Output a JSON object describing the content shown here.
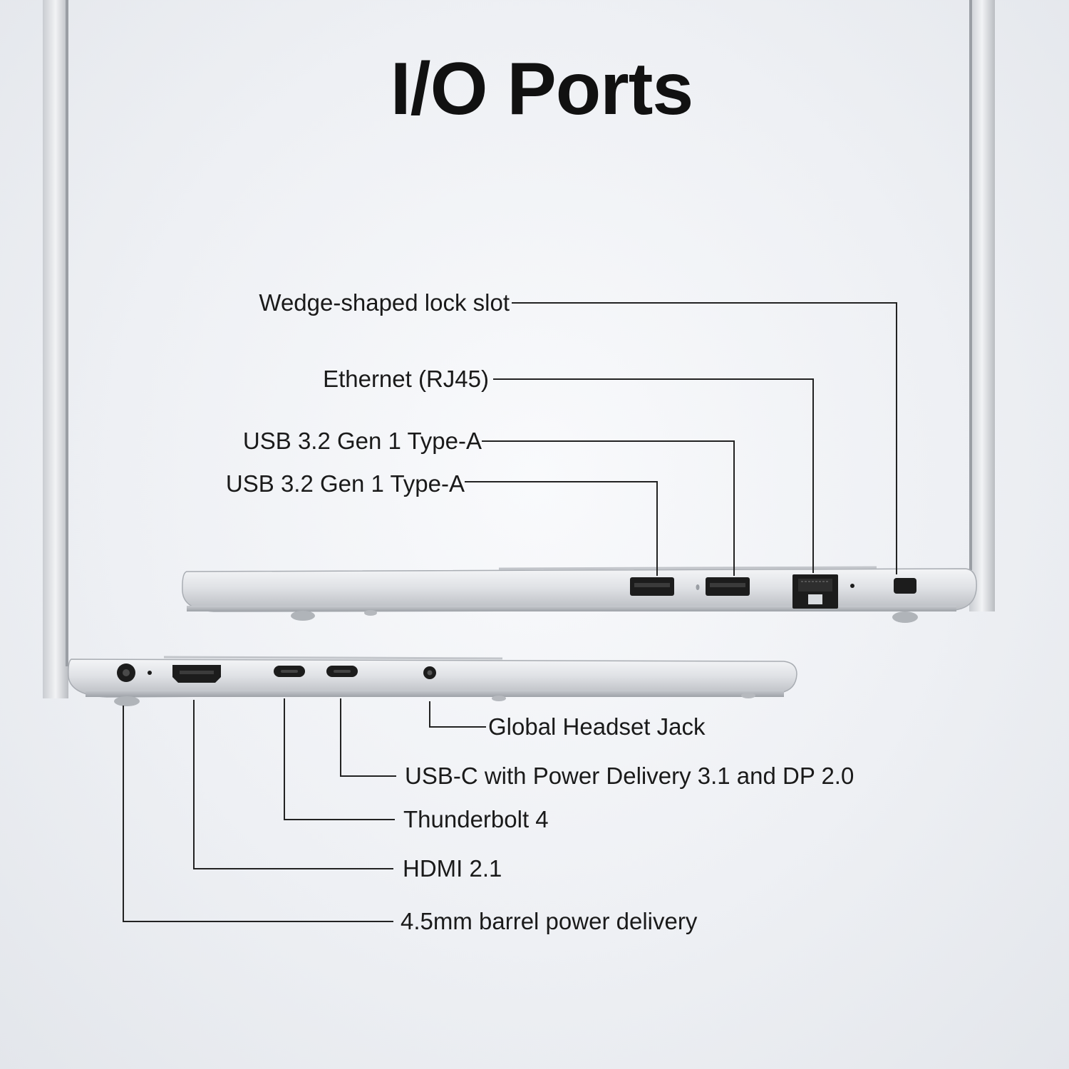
{
  "title": "I/O Ports",
  "right_side_ports": [
    {
      "label": "Wedge-shaped lock slot",
      "icon": "lock-slot-icon"
    },
    {
      "label": "Ethernet (RJ45)",
      "icon": "ethernet-port-icon"
    },
    {
      "label": "USB 3.2 Gen 1 Type-A",
      "icon": "usb-a-port-icon"
    },
    {
      "label": "USB 3.2 Gen 1 Type-A",
      "icon": "usb-a-port-icon"
    }
  ],
  "left_side_ports": [
    {
      "label": "Global Headset Jack",
      "icon": "headset-jack-icon"
    },
    {
      "label": "USB-C with Power Delivery 3.1 and DP 2.0",
      "icon": "usb-c-port-icon"
    },
    {
      "label": "Thunderbolt 4",
      "icon": "usb-c-port-icon"
    },
    {
      "label": "HDMI 2.1",
      "icon": "hdmi-port-icon"
    },
    {
      "label": "4.5mm barrel power delivery",
      "icon": "barrel-power-port-icon"
    }
  ],
  "colors": {
    "background": "#eef0f4",
    "chassis": "#d9dce0",
    "port": "#1c1c1c",
    "leader_line": "#222222",
    "text": "#1a1a1a"
  }
}
